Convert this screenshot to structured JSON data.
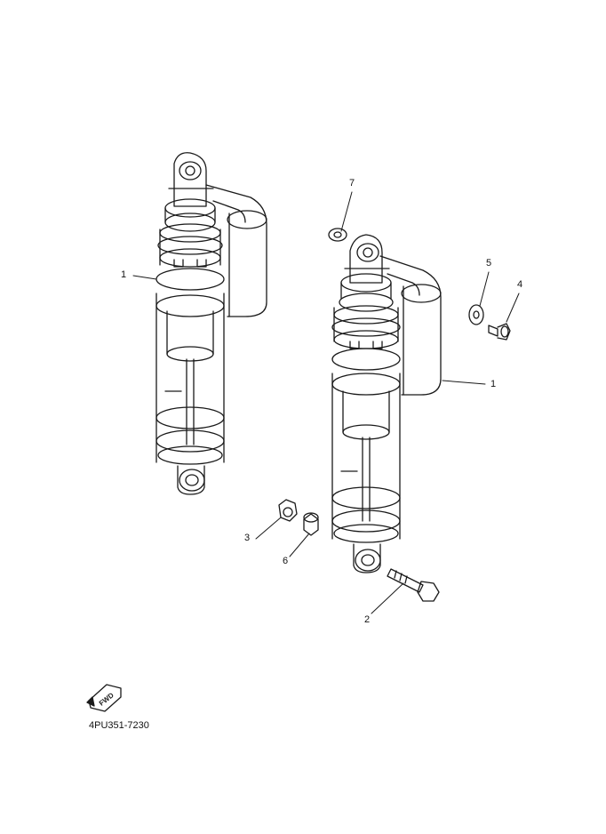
{
  "callouts": {
    "c1_left": "1",
    "c1_right": "1",
    "c2": "2",
    "c3": "3",
    "c4": "4",
    "c5": "5",
    "c6": "6",
    "c7": "7"
  },
  "fwd_label": "FWD",
  "part_number": "4PU351-7230",
  "colors": {
    "line": "#1a1a1a",
    "background": "#ffffff"
  }
}
